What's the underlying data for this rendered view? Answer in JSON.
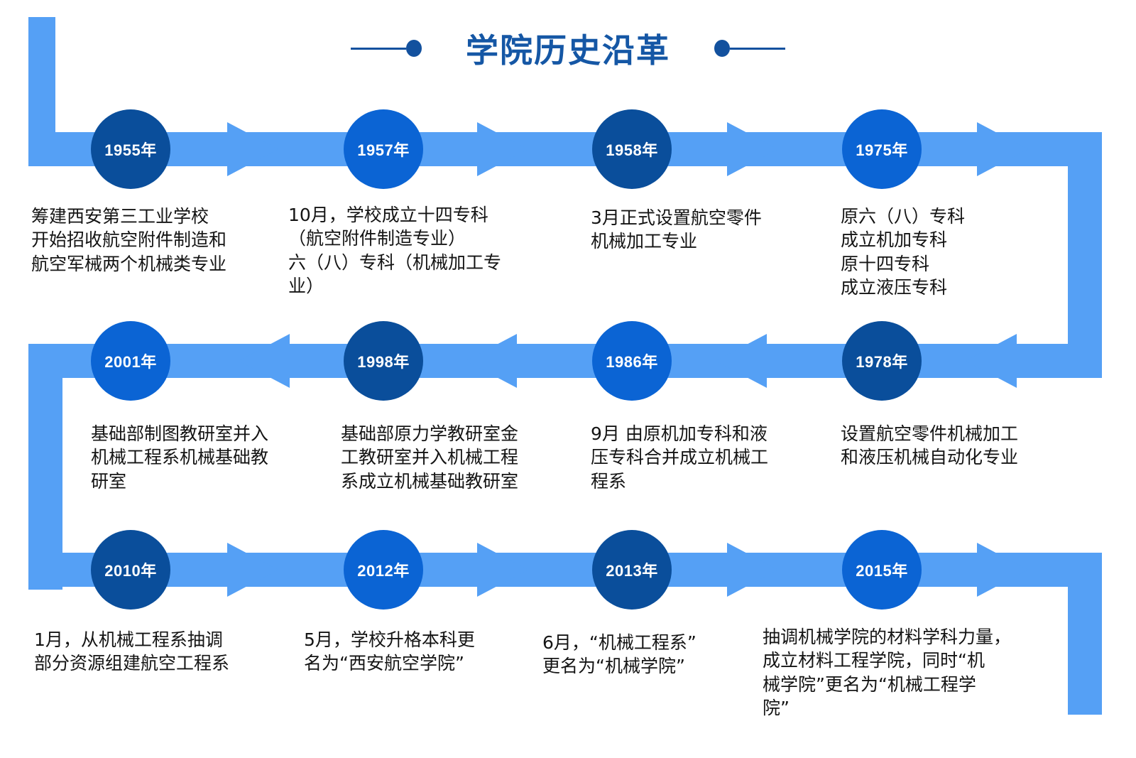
{
  "header": {
    "title": "学院历史沿革",
    "left_dash_icon": "dash-line",
    "left_dot_icon": "bullet-dot",
    "right_dot_icon": "bullet-dot",
    "right_dash_icon": "dash-line"
  },
  "colors": {
    "title_blue": "#1557A5",
    "rail_blue": "#55A0F5",
    "circle_dark": "#0A4E9B",
    "circle_bright": "#0B64D4",
    "text_black": "#141414"
  },
  "chart_data": {
    "type": "timeline",
    "title": "学院历史沿革",
    "direction": "boustrophedon: row1 left-to-right, row2 right-to-left, row3 left-to-right",
    "rows": 3,
    "events": [
      {
        "year": "1955年",
        "row": 1,
        "col": 1,
        "accent": "dark",
        "text": "筹建西安第三工业学校\n开始招收航空附件制造和\n航空军械两个机械类专业"
      },
      {
        "year": "1957年",
        "row": 1,
        "col": 2,
        "accent": "bright",
        "text": "10月，学校成立十四专科\n（航空附件制造专业）\n六（八）专科（机械加工专\n业）"
      },
      {
        "year": "1958年",
        "row": 1,
        "col": 3,
        "accent": "dark",
        "text": "3月正式设置航空零件\n机械加工专业"
      },
      {
        "year": "1975年",
        "row": 1,
        "col": 4,
        "accent": "bright",
        "text": "原六（八）专科\n成立机加专科\n原十四专科\n成立液压专科"
      },
      {
        "year": "1978年",
        "row": 2,
        "col": 4,
        "accent": "dark",
        "text": "设置航空零件机械加工\n和液压机械自动化专业"
      },
      {
        "year": "1986年",
        "row": 2,
        "col": 3,
        "accent": "bright",
        "text": "9月  由原机加专科和液\n压专科合并成立机械工\n程系"
      },
      {
        "year": "1998年",
        "row": 2,
        "col": 2,
        "accent": "dark",
        "text": "基础部原力学教研室金\n工教研室并入机械工程\n系成立机械基础教研室"
      },
      {
        "year": "2001年",
        "row": 2,
        "col": 1,
        "accent": "bright",
        "text": "基础部制图教研室并入\n机械工程系机械基础教\n研室"
      },
      {
        "year": "2010年",
        "row": 3,
        "col": 1,
        "accent": "dark",
        "text": "1月，从机械工程系抽调\n部分资源组建航空工程系"
      },
      {
        "year": "2012年",
        "row": 3,
        "col": 2,
        "accent": "bright",
        "text": "5月，学校升格本科更\n名为“西安航空学院”"
      },
      {
        "year": "2013年",
        "row": 3,
        "col": 3,
        "accent": "dark",
        "text": "6月，“机械工程系”\n更名为“机械学院”"
      },
      {
        "year": "2015年",
        "row": 3,
        "col": 4,
        "accent": "bright",
        "text": "抽调机械学院的材料学科力量，\n成立材料工程学院，同时“机\n械学院”更名为“机械工程学\n院”"
      }
    ]
  }
}
